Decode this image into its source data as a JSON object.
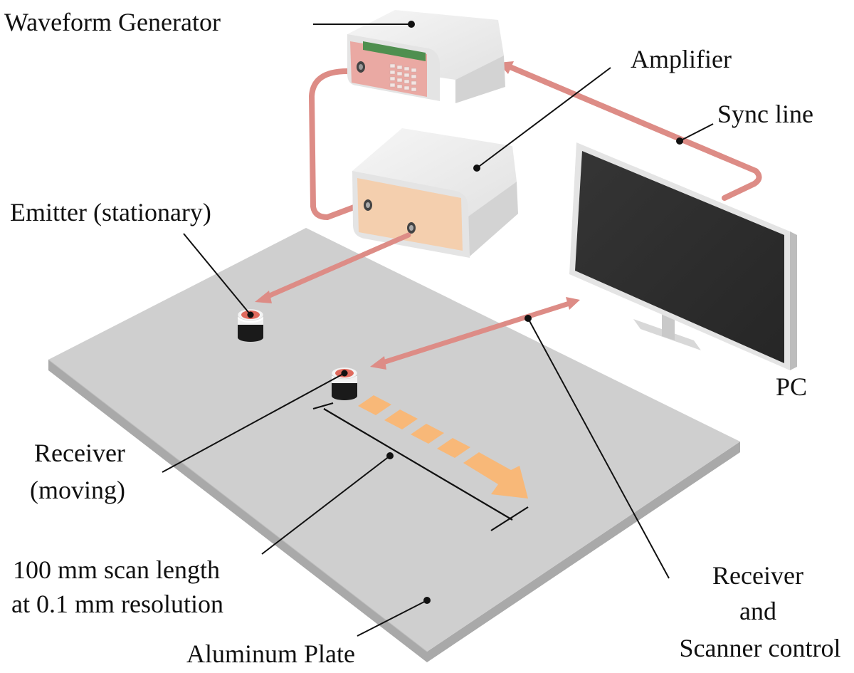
{
  "labels": {
    "waveform_generator": "Waveform Generator",
    "amplifier": "Amplifier",
    "sync_line": "Sync line",
    "emitter": "Emitter (stationary)",
    "receiver_moving_line1": "Receiver",
    "receiver_moving_line2": "(moving)",
    "scan_line1": "100 mm scan length",
    "scan_line2": "at 0.1 mm resolution",
    "pc": "PC",
    "control_line1": "Receiver",
    "control_line2": "and",
    "control_line3": "Scanner control",
    "plate": "Aluminum Plate"
  },
  "colors": {
    "cable": "#dd8c86",
    "cable_dark": "#c97772",
    "plate_top": "#cfcfcf",
    "plate_side": "#a9a9a9",
    "device_top": "#efefef",
    "device_front": "#dcdcdc",
    "waveform_panel": "#eaa9a3",
    "amplifier_panel": "#f4cfae",
    "scan_step": "#f8b878",
    "monitor_screen": "#2b2b2b",
    "transducer_ring": "#e06a5d"
  }
}
